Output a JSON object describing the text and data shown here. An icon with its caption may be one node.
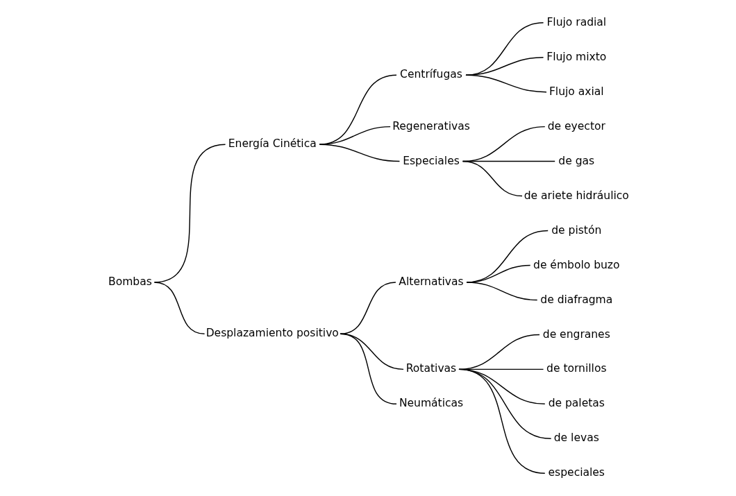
{
  "diagram": {
    "nodes": [
      {
        "text": [
          "Bombas"
        ]
      },
      {
        "text": [
          "Energía Cinética"
        ]
      },
      {
        "text": [
          "Centrífugas"
        ]
      },
      {
        "text": [
          "Flujo radial"
        ]
      },
      {
        "text": [
          "Flujo mixto"
        ]
      },
      {
        "text": [
          "Flujo axial"
        ]
      },
      {
        "text": [
          "Regenerativas"
        ]
      },
      {
        "text": [
          "Especiales"
        ]
      },
      {
        "text": [
          "de eyector"
        ]
      },
      {
        "text": [
          "de gas"
        ]
      },
      {
        "text": [
          "de ariete hidráulico"
        ]
      },
      {
        "text": [
          "Desplazamiento positivo"
        ]
      },
      {
        "text": [
          "Alternativas"
        ]
      },
      {
        "text": [
          "de pistón"
        ]
      },
      {
        "text": [
          "de émbolo buzo"
        ]
      },
      {
        "text": [
          "de diafragma"
        ]
      },
      {
        "text": [
          "Rotativas"
        ]
      },
      {
        "text": [
          "de engranes"
        ]
      },
      {
        "text": [
          "de tornillos"
        ]
      },
      {
        "text": [
          "de paletas"
        ]
      },
      {
        "text": [
          "de levas"
        ]
      },
      {
        "text": [
          "especiales"
        ]
      },
      {
        "text": [
          "Neumáticas"
        ]
      }
    ],
    "edges": [
      {
        "from": 0,
        "to": 1,
        "arrow": "none"
      },
      {
        "from": 0,
        "to": 11,
        "arrow": "none"
      },
      {
        "from": 1,
        "to": 2,
        "arrow": "none"
      },
      {
        "from": 1,
        "to": 6,
        "arrow": "none"
      },
      {
        "from": 1,
        "to": 7,
        "arrow": "none"
      },
      {
        "from": 2,
        "to": 3,
        "arrow": "none"
      },
      {
        "from": 2,
        "to": 4,
        "arrow": "none"
      },
      {
        "from": 2,
        "to": 5,
        "arrow": "none"
      },
      {
        "from": 7,
        "to": 8,
        "arrow": "none"
      },
      {
        "from": 7,
        "to": 9,
        "arrow": "none"
      },
      {
        "from": 7,
        "to": 10,
        "arrow": "none"
      },
      {
        "from": 11,
        "to": 12,
        "arrow": "none"
      },
      {
        "from": 11,
        "to": 16,
        "arrow": "none"
      },
      {
        "from": 11,
        "to": 22,
        "arrow": "none"
      },
      {
        "from": 12,
        "to": 13,
        "arrow": "none"
      },
      {
        "from": 12,
        "to": 14,
        "arrow": "none"
      },
      {
        "from": 12,
        "to": 15,
        "arrow": "none"
      },
      {
        "from": 16,
        "to": 17,
        "arrow": "none"
      },
      {
        "from": 16,
        "to": 18,
        "arrow": "none"
      },
      {
        "from": 16,
        "to": 19,
        "arrow": "none"
      },
      {
        "from": 16,
        "to": 20,
        "arrow": "none"
      },
      {
        "from": 16,
        "to": 21,
        "arrow": "none"
      }
    ]
  }
}
